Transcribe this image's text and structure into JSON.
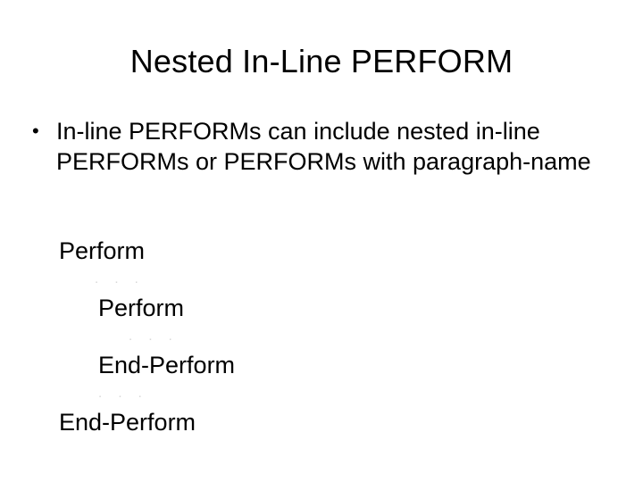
{
  "slide": {
    "title": "Nested In-Line PERFORM",
    "background_color": "#ffffff",
    "text_color": "#000000"
  },
  "body": {
    "bullets": [
      {
        "marker": "•",
        "text": "In-line PERFORMs can include nested in-line PERFORMs or PERFORMs with paragraph-name"
      }
    ]
  },
  "code": {
    "ellipsis": ". . .",
    "ellipsis_color": "#d8d8d8",
    "lines": [
      {
        "text": "Perform",
        "indent": 0
      },
      {
        "text": "Perform",
        "indent": 1
      },
      {
        "text": "End-Perform",
        "indent": 1
      },
      {
        "text": "End-Perform",
        "indent": 0
      }
    ]
  }
}
